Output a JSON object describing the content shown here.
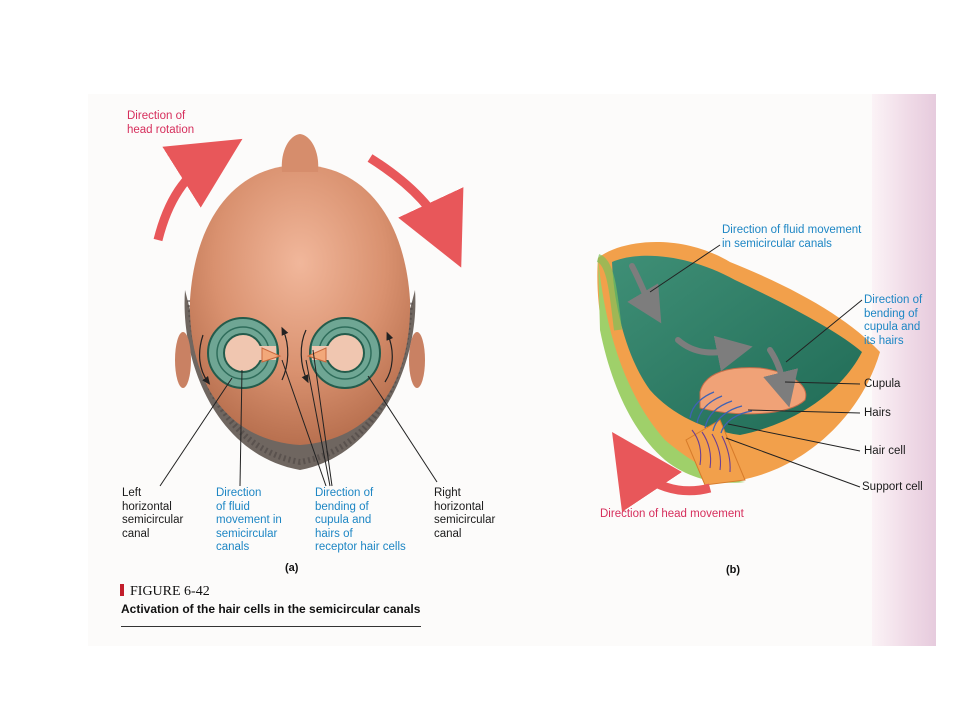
{
  "figure": {
    "number": "FIGURE 6-42",
    "caption": "Activation of the hair cells in the semicircular canals"
  },
  "panel_a": {
    "tag": "(a)",
    "head_rotation_label": "Direction of\nhead rotation",
    "left_canal_label": "Left\nhorizontal\nsemicircular\ncanal",
    "fluid_label": "Direction\nof fluid\nmovement in\nsemicircular\ncanals",
    "bending_label": "Direction of\nbending of\ncupula and\nhairs of\nreceptor hair cells",
    "right_canal_label": "Right\nhorizontal\nsemicircular\ncanal"
  },
  "panel_b": {
    "tag": "(b)",
    "fluid_label": "Direction of fluid movement\nin semicircular canals",
    "bending_label": "Direction of\nbending of\ncupula and\nits hairs",
    "cupula_label": "Cupula",
    "hairs_label": "Hairs",
    "hair_cell_label": "Hair cell",
    "support_cell_label": "Support cell",
    "head_movement_label": "Direction of head movement"
  },
  "colors": {
    "arrow_pink": "#e8575a",
    "label_pink": "#d62e5c",
    "label_blue": "#1d86c4",
    "canal_green": "#5f9e8a",
    "skin": "#d99675"
  }
}
